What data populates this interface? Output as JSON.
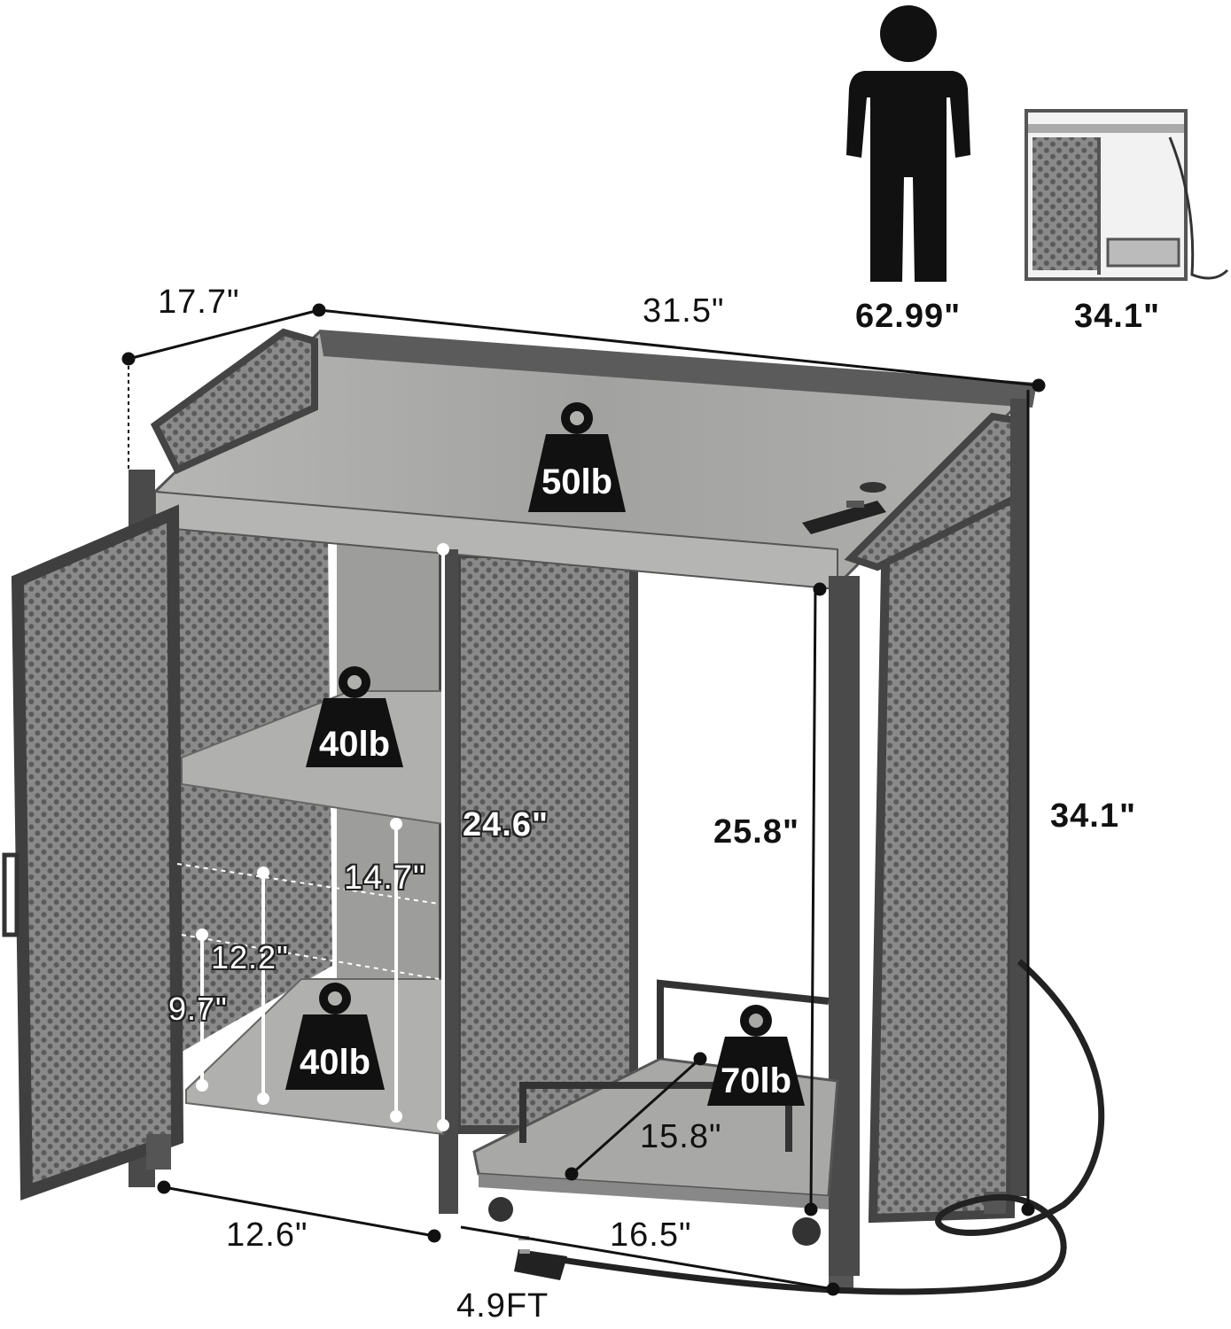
{
  "dimensions": {
    "depth": "17.7\"",
    "width": "31.5\"",
    "person_height": "62.99\"",
    "thumb_height": "34.1\"",
    "height": "34.1\"",
    "leg_clearance": "25.8\"",
    "inner_height": "24.6\"",
    "shelf_gap_upper": "14.7\"",
    "shelf_gap_mid": "12.2\"",
    "shelf_gap_low": "9.7\"",
    "cabinet_width": "12.6\"",
    "open_width": "16.5\"",
    "cart_width": "15.8\"",
    "cord_length": "4.9FT"
  },
  "weights": {
    "top": "50lb",
    "upper_shelf": "40lb",
    "lower_shelf": "40lb",
    "cart": "70lb"
  },
  "icons": [
    "person-icon",
    "weight-icon",
    "power-plug-icon",
    "power-strip-icon"
  ],
  "colors": {
    "frame": "#4a4a4a",
    "wood": "#a7a7a5",
    "mesh": "#6f6f6f",
    "weight_badge": "#111111"
  }
}
